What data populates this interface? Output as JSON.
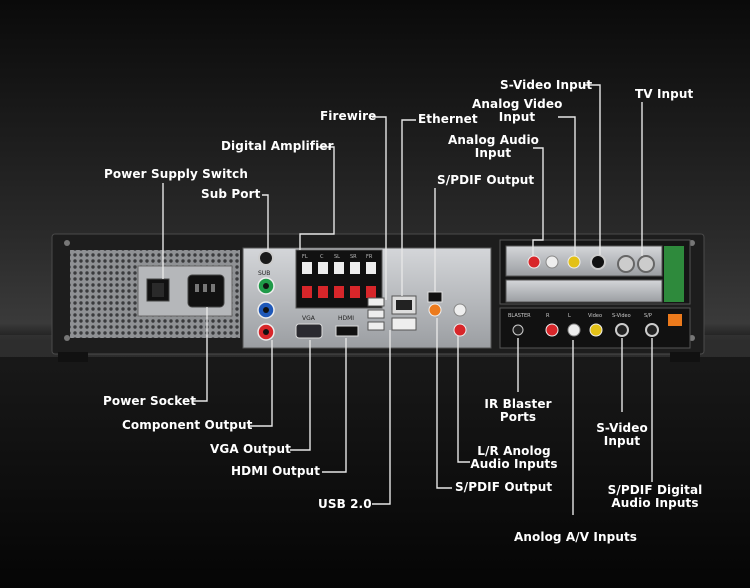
{
  "labels": {
    "power_supply_switch": "Power Supply Switch",
    "sub_port": "Sub Port",
    "digital_amplifier": "Digital Amplifier",
    "firewire": "Firewire",
    "ethernet": "Ethernet",
    "spdif_output_top": "S/PDIF Output",
    "analog_audio_input": [
      "Analog Audio",
      "Input"
    ],
    "analog_video_input": [
      "Analog Video",
      "Input"
    ],
    "svideo_input_top": "S-Video Input",
    "tv_input": "TV Input",
    "power_socket": "Power Socket",
    "component_output": "Component Output",
    "vga_output": "VGA Output",
    "hdmi_output": "HDMI Output",
    "usb": "USB 2.0",
    "spdif_output_bottom": "S/PDIF Output",
    "lr_analog_audio_inputs": [
      "L/R Anolog",
      "Audio Inputs"
    ],
    "ir_blaster_ports": [
      "IR Blaster",
      "Ports"
    ],
    "analog_av_inputs": "Anolog A/V Inputs",
    "svideo_input_bottom": [
      "S-Video",
      "Input"
    ],
    "spdif_digital_audio_inputs": [
      "S/PDIF Digital",
      "Audio Inputs"
    ]
  },
  "panel_text": {
    "sub": "SUB",
    "vga": "VGA",
    "hdmi": "HDMI",
    "blaster": "BLASTER",
    "r": "R",
    "l": "L",
    "video": "Video",
    "svideo": "S-Video",
    "spdif": "S/P",
    "amp_ch": [
      "FL",
      "C",
      "SL",
      "SR",
      "FR"
    ]
  },
  "colors": {
    "label_text": "#ffffff",
    "leader_line": "#e6e6e6",
    "chassis": "#1e1e1e",
    "panel_silver": "#b9bcc0",
    "red": "#d8262a",
    "yellow": "#e3c117",
    "green": "#1f9a48",
    "blue": "#1f58b8",
    "orange": "#ec7a1c"
  }
}
